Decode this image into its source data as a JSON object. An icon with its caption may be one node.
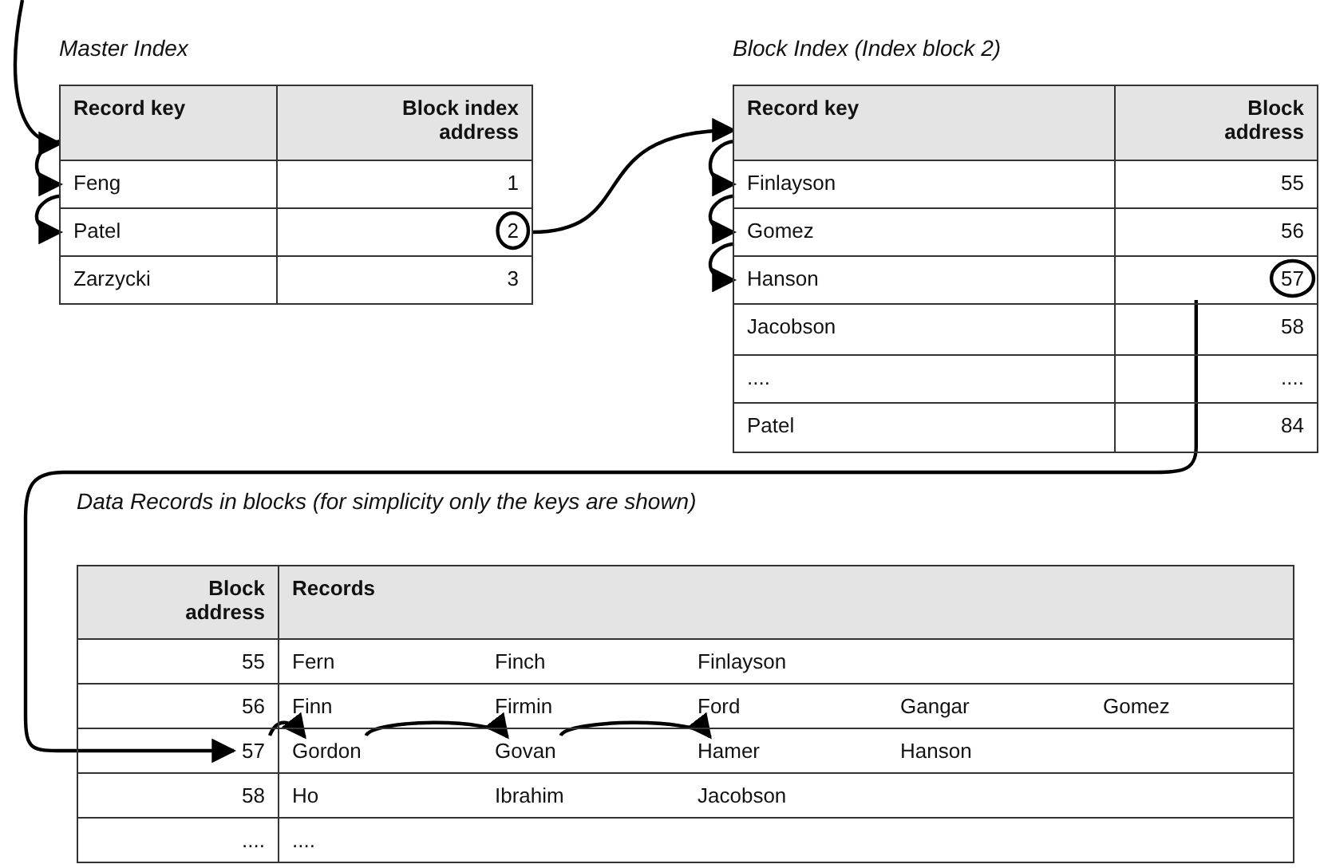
{
  "diagram": {
    "nodes": [
      {
        "text": [
          "Master Index"
        ]
      },
      {
        "text": [
          "Record key"
        ],
        "in": 0
      },
      {
        "text": [
          "Block index address"
        ],
        "in": 0
      },
      {
        "text": [
          "Feng"
        ],
        "in": 0
      },
      {
        "text": [
          "1"
        ],
        "in": 0
      },
      {
        "text": [
          "Patel"
        ],
        "in": 0
      },
      {
        "text": [
          "2"
        ],
        "in": 0
      },
      {
        "text": [
          "Zarzycki"
        ],
        "in": 0
      },
      {
        "text": [
          "3"
        ],
        "in": 0
      },
      {
        "text": [
          "Block Index (Index block 2)"
        ]
      },
      {
        "text": [
          "Record key"
        ],
        "in": 9
      },
      {
        "text": [
          "Block address"
        ],
        "in": 9
      },
      {
        "text": [
          "Finlayson"
        ],
        "in": 9
      },
      {
        "text": [
          "55"
        ],
        "in": 9
      },
      {
        "text": [
          "Gomez"
        ],
        "in": 9
      },
      {
        "text": [
          "56"
        ],
        "in": 9
      },
      {
        "text": [
          "Hanson"
        ],
        "in": 9
      },
      {
        "text": [
          "57"
        ],
        "in": 9
      },
      {
        "text": [
          "Jacobson"
        ],
        "in": 9
      },
      {
        "text": [
          "58"
        ],
        "in": 9
      },
      {
        "text": [
          "...."
        ],
        "in": 9
      },
      {
        "text": [
          "...."
        ],
        "in": 9
      },
      {
        "text": [
          "Patel"
        ],
        "in": 9
      },
      {
        "text": [
          "84"
        ],
        "in": 9
      },
      {
        "text": [
          "Data Records in blocks (for simplicity only the keys are shown)"
        ]
      },
      {
        "text": [
          "Block address"
        ],
        "in": 24
      },
      {
        "text": [
          "Records"
        ],
        "in": 24
      },
      {
        "text": [
          "55"
        ],
        "in": 24
      },
      {
        "text": [
          "Fern"
        ],
        "in": 24
      },
      {
        "text": [
          "Finch"
        ],
        "in": 24
      },
      {
        "text": [
          "Finlayson"
        ],
        "in": 24
      },
      {
        "text": [
          "56"
        ],
        "in": 24
      },
      {
        "text": [
          "Finn"
        ],
        "in": 24
      },
      {
        "text": [
          "Firmin"
        ],
        "in": 24
      },
      {
        "text": [
          "Ford"
        ],
        "in": 24
      },
      {
        "text": [
          "Gangar"
        ],
        "in": 24
      },
      {
        "text": [
          "Gomez"
        ],
        "in": 24
      },
      {
        "text": [
          "57"
        ],
        "in": 24
      },
      {
        "text": [
          "Gordon"
        ],
        "in": 24
      },
      {
        "text": [
          "Govan"
        ],
        "in": 24
      },
      {
        "text": [
          "Hamer"
        ],
        "in": 24
      },
      {
        "text": [
          "Hanson"
        ],
        "in": 24
      },
      {
        "text": [
          "58"
        ],
        "in": 24
      },
      {
        "text": [
          "Ho"
        ],
        "in": 24
      },
      {
        "text": [
          "Ibrahim"
        ],
        "in": 24
      },
      {
        "text": [
          "Jacobson"
        ],
        "in": 24
      },
      {
        "text": [
          "...."
        ],
        "in": 24
      },
      {
        "text": [
          "...."
        ],
        "in": 24
      }
    ],
    "edges": [
      {
        "from": null,
        "to": 1,
        "arrow": "to"
      },
      {
        "from": 1,
        "to": 3,
        "arrow": "to"
      },
      {
        "from": 3,
        "to": 5,
        "arrow": "to"
      },
      {
        "from": 6,
        "to": 10,
        "arrow": "to"
      },
      {
        "from": 10,
        "to": 12,
        "arrow": "to"
      },
      {
        "from": 12,
        "to": 14,
        "arrow": "to"
      },
      {
        "from": 14,
        "to": 16,
        "arrow": "to"
      },
      {
        "from": 17,
        "to": 37,
        "arrow": "to"
      },
      {
        "from": 37,
        "to": 38,
        "arrow": "to"
      },
      {
        "from": 38,
        "to": 39,
        "arrow": "to"
      },
      {
        "from": 39,
        "to": 40,
        "arrow": "to"
      }
    ]
  }
}
